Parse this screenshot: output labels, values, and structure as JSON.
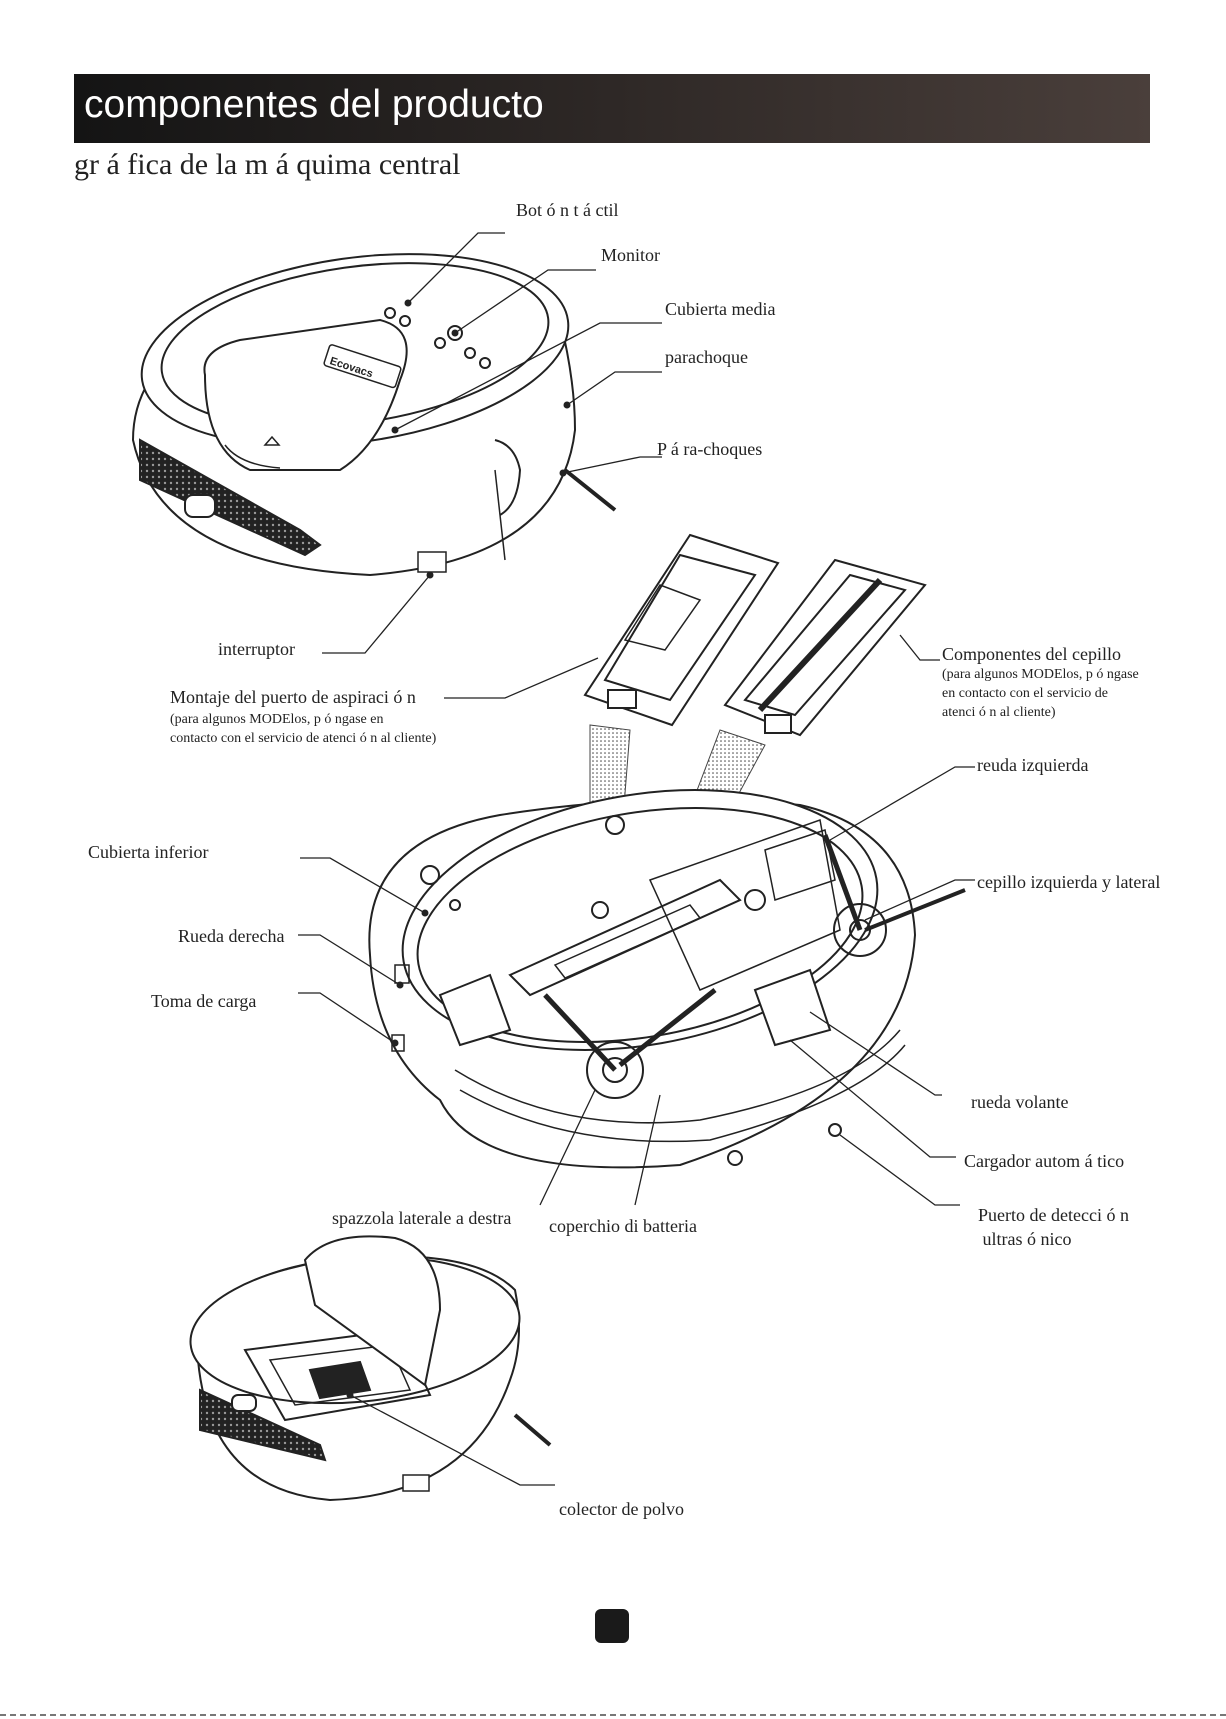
{
  "header": {
    "title": "componentes del producto"
  },
  "subtitle": "gr á fica de la m á quima central",
  "labels": {
    "boton_tactil": "Bot ó n t á ctil",
    "monitor": "Monitor",
    "cubierta_media": "Cubierta media",
    "parachoque": "parachoque",
    "para_choques": "P á ra-choques",
    "interruptor": "interruptor",
    "montaje": "Montaje del puerto de aspiraci ó n",
    "montaje_note": [
      "(para algunos MODElos, p ó ngase en",
      "contacto con el servicio de atenci ó n al cliente)"
    ],
    "componentes_cepillo": "Componentes del cepillo",
    "componentes_cepillo_note": [
      "(para algunos MODElos, p ó ngase",
      "en contacto con el servicio de",
      "atenci ó n al cliente)"
    ],
    "reuda_izquierda": "reuda izquierda",
    "cubierta_inferior": "Cubierta inferior",
    "cepillo_izquierda": "cepillo izquierda y lateral",
    "rueda_derecha": "Rueda derecha",
    "toma_carga": "Toma de carga",
    "rueda_volante": "rueda volante",
    "cargador": "Cargador autom á tico",
    "puerto_deteccion": [
      "Puerto de detecci ó n",
      " ultras ó nico"
    ],
    "spazzola": "spazzola laterale a destra",
    "coperchio": "coperchio di batteria",
    "colector": "colector de polvo"
  },
  "brand_logo": "Ecovacs"
}
